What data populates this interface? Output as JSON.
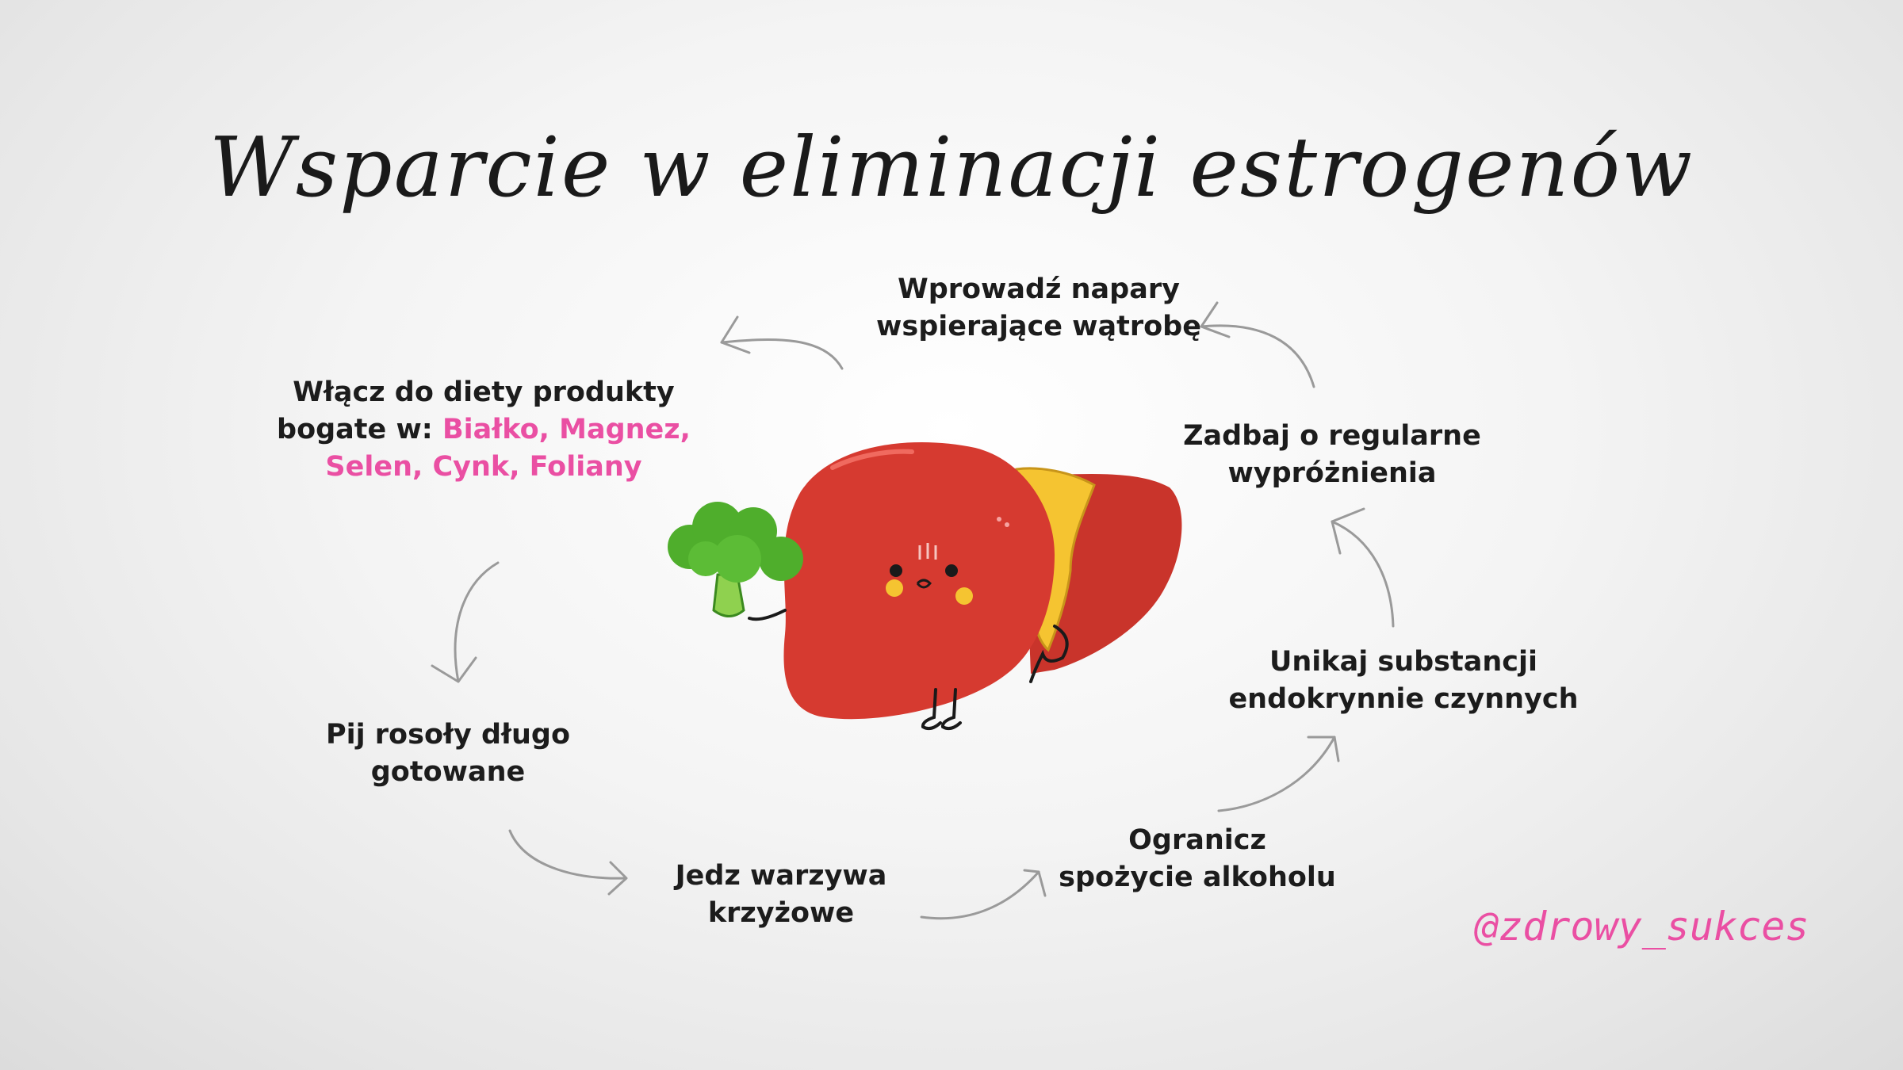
{
  "title": "Wsparcie w eliminacji estrogenów",
  "steps": {
    "napary": {
      "line1": "Wprowadź napary",
      "line2": "wspierające wątrobę"
    },
    "dieta": {
      "line1": "Włącz do diety produkty",
      "prefix": "bogate w: ",
      "highlight1": "Białko, Magnez,",
      "highlight2": "Selen, Cynk, Foliany"
    },
    "rosoly": {
      "line1": "Pij rosoły długo",
      "line2": "gotowane"
    },
    "warzywa": {
      "line1": "Jedz warzywa",
      "line2": "krzyżowe"
    },
    "alkohol": {
      "line1": "Ogranicz",
      "line2": "spożycie alkoholu"
    },
    "substancje": {
      "line1": "Unikaj substancji",
      "line2": "endokrynnie czynnych"
    },
    "wyproznienia": {
      "line1": "Zadbaj o regularne",
      "line2": "wypróżnienia"
    }
  },
  "handle": "@zdrowy_sukces",
  "colors": {
    "accent_pink": "#ea4fa3",
    "liver_red": "#d63a30",
    "gallbladder_yellow": "#f5c431",
    "broccoli_green": "#4fae2c",
    "arrow_gray": "#9a9a9a"
  }
}
